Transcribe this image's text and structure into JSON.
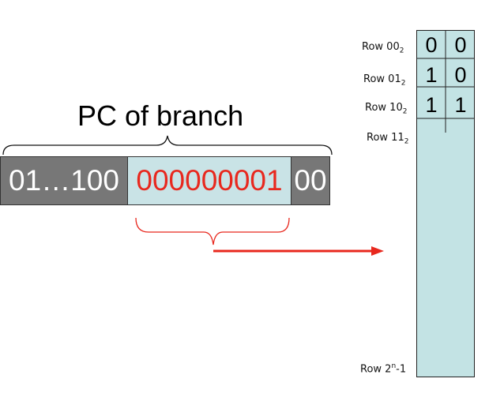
{
  "title": "PC of branch",
  "pc_bits": {
    "high": "01…100",
    "index": "000000001",
    "low": "00"
  },
  "colors": {
    "gray_segment": "#777777",
    "index_segment": "#c9e3e6",
    "index_text": "#e8281e",
    "table_fill": "#c3e3e4",
    "arrow": "#e8281e"
  },
  "table": {
    "rows": [
      {
        "label": "Row 00",
        "sub": "2",
        "bits": [
          "0",
          "0"
        ]
      },
      {
        "label": "Row 01",
        "sub": "2",
        "bits": [
          "1",
          "0"
        ]
      },
      {
        "label": "Row 10",
        "sub": "2",
        "bits": [
          "1",
          "1"
        ]
      },
      {
        "label": "Row 11",
        "sub": "2",
        "bits": [
          "",
          ""
        ]
      }
    ],
    "last_row": {
      "prefix": "Row 2",
      "sup": "n",
      "suffix": "-1"
    }
  }
}
